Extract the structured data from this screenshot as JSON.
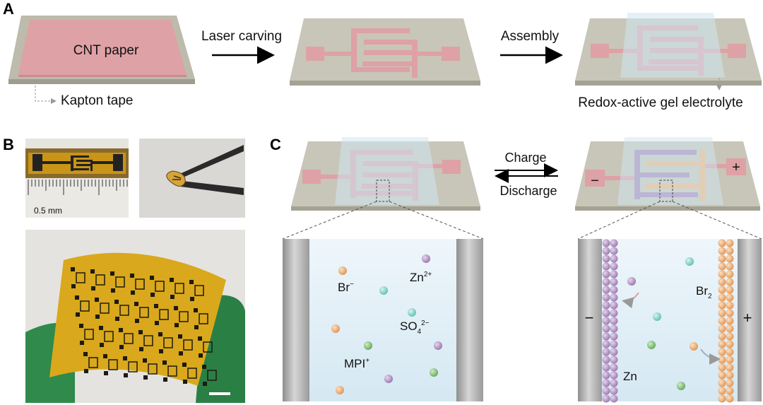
{
  "panels": {
    "a": "A",
    "b": "B",
    "c": "C"
  },
  "panel_a": {
    "cnt_label": "CNT paper",
    "kapton_label": "Kapton tape",
    "step1": "Laser carving",
    "step2": "Assembly",
    "electrolyte_label": "Redox-active gel electrolyte"
  },
  "panel_b": {
    "scale_label": "0.5 mm"
  },
  "panel_c": {
    "charge": "Charge",
    "discharge": "Discharge",
    "minus": "−",
    "plus": "+",
    "left_cell": {
      "br_base": "Br",
      "br_sup": "−",
      "zn_base": "Zn",
      "zn_sup": "2+",
      "so4_base": "SO",
      "so4_sub": "4",
      "so4_sup": "2−",
      "mpi_base": "MPI",
      "mpi_sup": "+"
    },
    "right_cell": {
      "br2_base": "Br",
      "br2_sub": "2",
      "zn": "Zn",
      "minus": "−",
      "plus": "+"
    }
  },
  "colors": {
    "cnt": "#dfa0a6",
    "substrate": "#c7c5b8",
    "gel": "#cfe6f1",
    "electrode": "#b8b8b8",
    "zn_sphere": "#a786b8",
    "br_sphere": "#e9a86a",
    "mpi_sphere": "#7fbf76",
    "so4_sphere": "#7fd0c4",
    "kapton": "#e8b422",
    "glove": "#2f8a4c"
  }
}
